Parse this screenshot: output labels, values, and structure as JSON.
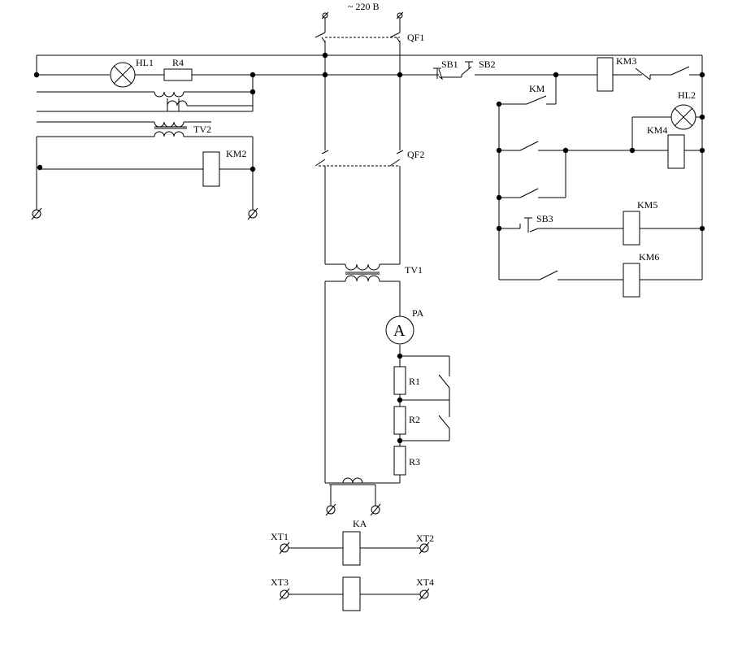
{
  "labels": {
    "supply": "~ 220 В",
    "qf1": "QF1",
    "qf2": "QF2",
    "hl1": "HL1",
    "r4": "R4",
    "tv2": "TV2",
    "km2": "KM2",
    "sb1": "SB1",
    "sb2": "SB2",
    "km3": "KM3",
    "km": "KM",
    "hl2": "HL2",
    "km4": "KM4",
    "sb3": "SB3",
    "km5": "KM5",
    "km6": "KM6",
    "tv1": "TV1",
    "pa": "PA",
    "ammeter_symbol": "A",
    "r1": "R1",
    "r2": "R2",
    "r3": "R3",
    "ka": "KA",
    "xt1": "XT1",
    "xt2": "XT2",
    "xt3": "XT3",
    "xt4": "XT4"
  }
}
